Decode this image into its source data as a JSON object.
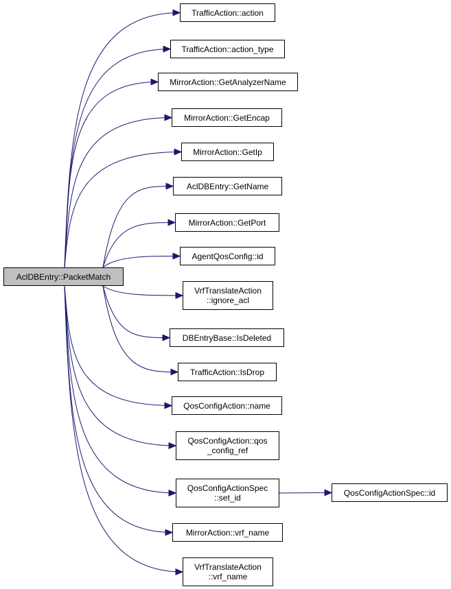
{
  "diagram": {
    "edge_color": "#191970",
    "root_fill": "#bfbfbf",
    "nodes": [
      {
        "id": "root",
        "lines": [
          "AclDBEntry::PacketMatch"
        ]
      },
      {
        "id": "n1",
        "lines": [
          "TrafficAction::action"
        ]
      },
      {
        "id": "n2",
        "lines": [
          "TrafficAction::action_type"
        ]
      },
      {
        "id": "n3",
        "lines": [
          "MirrorAction::GetAnalyzerName"
        ]
      },
      {
        "id": "n4",
        "lines": [
          "MirrorAction::GetEncap"
        ]
      },
      {
        "id": "n5",
        "lines": [
          "MirrorAction::GetIp"
        ]
      },
      {
        "id": "n6",
        "lines": [
          "AclDBEntry::GetName"
        ]
      },
      {
        "id": "n7",
        "lines": [
          "MirrorAction::GetPort"
        ]
      },
      {
        "id": "n8",
        "lines": [
          "AgentQosConfig::id"
        ]
      },
      {
        "id": "n9",
        "lines": [
          "VrfTranslateAction",
          "::ignore_acl"
        ]
      },
      {
        "id": "n10",
        "lines": [
          "DBEntryBase::IsDeleted"
        ]
      },
      {
        "id": "n11",
        "lines": [
          "TrafficAction::IsDrop"
        ]
      },
      {
        "id": "n12",
        "lines": [
          "QosConfigAction::name"
        ]
      },
      {
        "id": "n13",
        "lines": [
          "QosConfigAction::qos",
          "_config_ref"
        ]
      },
      {
        "id": "n14",
        "lines": [
          "QosConfigActionSpec",
          "::set_id"
        ]
      },
      {
        "id": "n15",
        "lines": [
          "MirrorAction::vrf_name"
        ]
      },
      {
        "id": "n16",
        "lines": [
          "VrfTranslateAction",
          "::vrf_name"
        ]
      },
      {
        "id": "n17",
        "lines": [
          "QosConfigActionSpec::id"
        ]
      }
    ],
    "edges": [
      [
        "root",
        "n1"
      ],
      [
        "root",
        "n2"
      ],
      [
        "root",
        "n3"
      ],
      [
        "root",
        "n4"
      ],
      [
        "root",
        "n5"
      ],
      [
        "root",
        "n6"
      ],
      [
        "root",
        "n7"
      ],
      [
        "root",
        "n8"
      ],
      [
        "root",
        "n9"
      ],
      [
        "root",
        "n10"
      ],
      [
        "root",
        "n11"
      ],
      [
        "root",
        "n12"
      ],
      [
        "root",
        "n13"
      ],
      [
        "root",
        "n14"
      ],
      [
        "root",
        "n15"
      ],
      [
        "root",
        "n16"
      ],
      [
        "n14",
        "n17"
      ]
    ]
  }
}
